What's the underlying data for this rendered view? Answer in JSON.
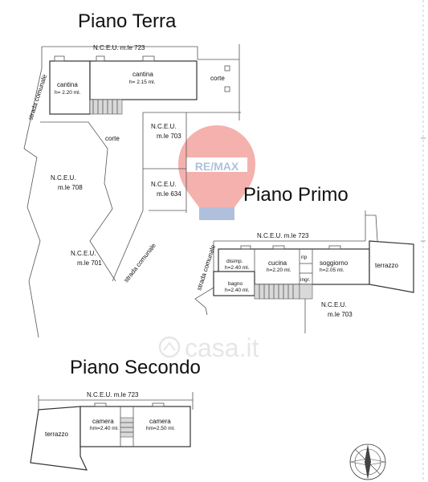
{
  "titles": {
    "ground": "Piano Terra",
    "first": "Piano Primo",
    "second": "Piano Secondo"
  },
  "ground": {
    "nceu_top": "N.C.E.U. m.le 723",
    "cantina_left": "cantina",
    "cantina_left_h": "h= 2.20 ml.",
    "cantina_main": "cantina",
    "cantina_main_h": "h= 2.15 ml.",
    "corte_right": "corte",
    "corte_center": "corte",
    "strada_left": "strada comunale",
    "strada_bottom": "strada comunale",
    "p703_a": "N.C.E.U.",
    "p703_b": "m.le 703",
    "p708_a": "N.C.E.U.",
    "p708_b": "m.le 708",
    "p634_a": "N.C.E.U.",
    "p634_b": "m.le 634",
    "p701_a": "N.C.E.U.",
    "p701_b": "m.le 701"
  },
  "first": {
    "nceu_top": "N.C.E.U. m.le 723",
    "disimp": "disimp.",
    "disimp_h": "h=2.40 ml.",
    "cucina": "cucina",
    "cucina_h": "h=2.20 ml.",
    "rip": "rip",
    "soggiorno": "soggiorno",
    "soggiorno_h": "h=2.05 ml.",
    "terrazzo": "terrazzo",
    "bagno": "bagno",
    "bagno_h": "h=2.40 ml.",
    "ingr": "ingr.",
    "strada": "strada comunale",
    "p703_a": "N.C.E.U.",
    "p703_b": "m.le 703"
  },
  "second": {
    "nceu_top": "N.C.E.U. m.le 723",
    "terrazzo": "terrazzo",
    "camera1": "camera",
    "camera1_h": "hm=2.40 ml.",
    "camera2": "camera",
    "camera2_h": "hm=2.50 ml."
  },
  "watermark": {
    "brand": "RE/MAX",
    "site": "casa.it"
  },
  "colors": {
    "remax_red": "#e2231a",
    "remax_blue": "#1f4e9c",
    "watermark_gray": "#cfcfcf"
  }
}
